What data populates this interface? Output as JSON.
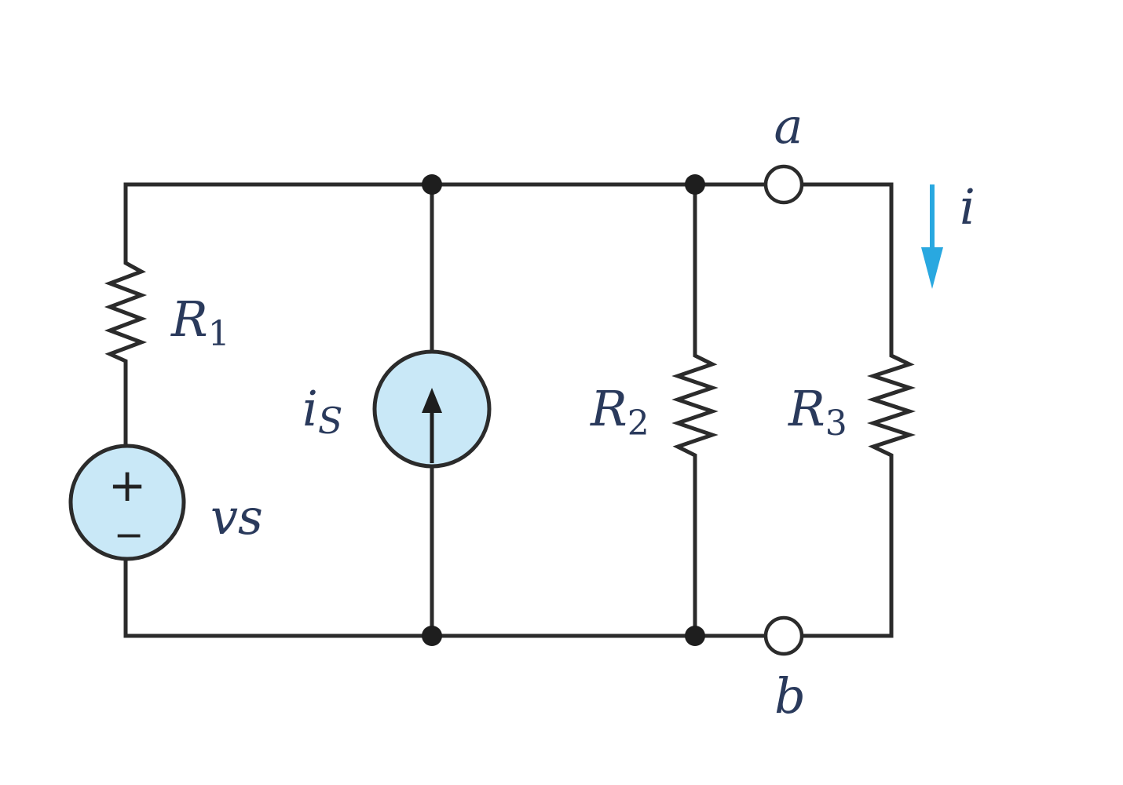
{
  "labels": {
    "r1": "R",
    "r1_sub": "1",
    "r2": "R",
    "r2_sub": "2",
    "r3": "R",
    "r3_sub": "3",
    "current_source": "i",
    "current_source_sub": "S",
    "voltage_source": "vs",
    "voltage_plus": "+",
    "voltage_minus": "−",
    "terminal_a": "a",
    "terminal_b": "b",
    "branch_current": "i"
  },
  "colors": {
    "wire": "#2b2b2b",
    "source_fill": "#c9e8f7",
    "arrow": "#29a8e0",
    "label": "#2a3a5c"
  }
}
